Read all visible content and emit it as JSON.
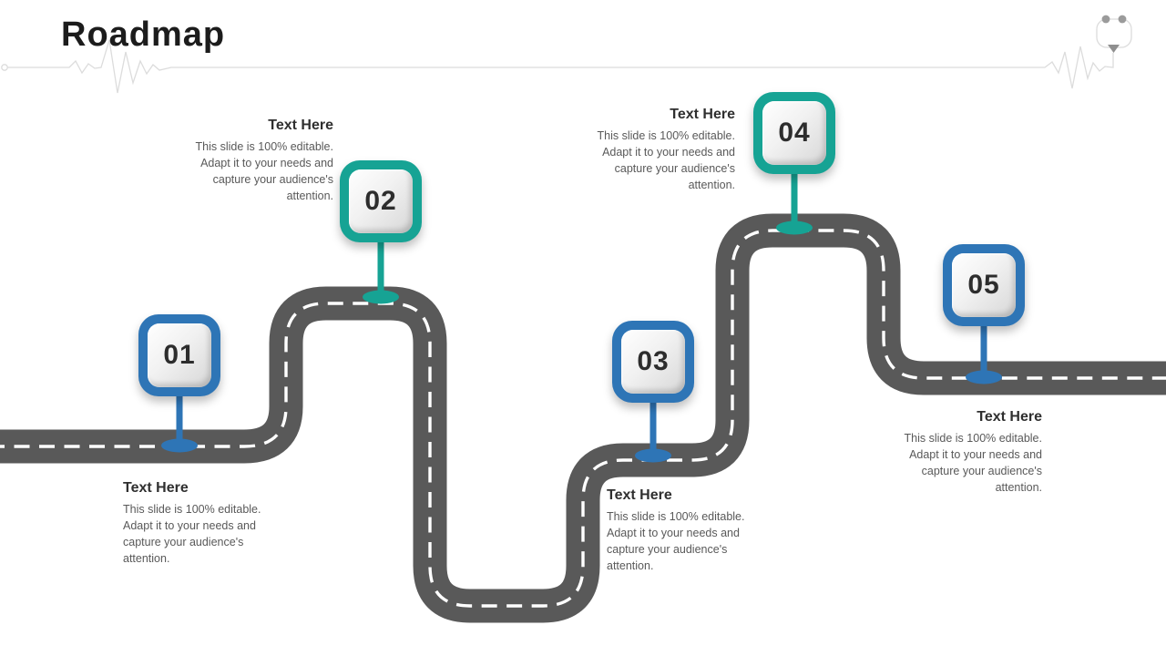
{
  "slide": {
    "title": "Roadmap"
  },
  "icons": {
    "top_right": "earbuds-icon",
    "header_decoration": "heartbeat-pulse-line-icon"
  },
  "colors": {
    "road": "#595959",
    "road_dash": "#ffffff",
    "blue_accent": "#2E75B6",
    "teal_accent": "#16A394",
    "heading_text": "#2F2F2F",
    "body_text": "#595959",
    "ekg_line": "#DCDCDC"
  },
  "milestones": [
    {
      "number": "01",
      "accent_hex": "#2E75B6",
      "heading": "Text Here",
      "description": "This slide is 100% editable. Adapt it to your needs and capture your audience's attention."
    },
    {
      "number": "02",
      "accent_hex": "#16A394",
      "heading": "Text Here",
      "description": "This slide is 100% editable. Adapt it to your needs and capture your audience's attention."
    },
    {
      "number": "03",
      "accent_hex": "#2E75B6",
      "heading": "Text Here",
      "description": "This slide is 100% editable. Adapt it to your needs and capture your audience's attention."
    },
    {
      "number": "04",
      "accent_hex": "#16A394",
      "heading": "Text Here",
      "description": "This slide is 100% editable. Adapt it to your needs and capture your audience's attention."
    },
    {
      "number": "05",
      "accent_hex": "#2E75B6",
      "heading": "Text Here",
      "description": "This slide is 100% editable. Adapt it to your needs and capture your audience's attention."
    }
  ]
}
